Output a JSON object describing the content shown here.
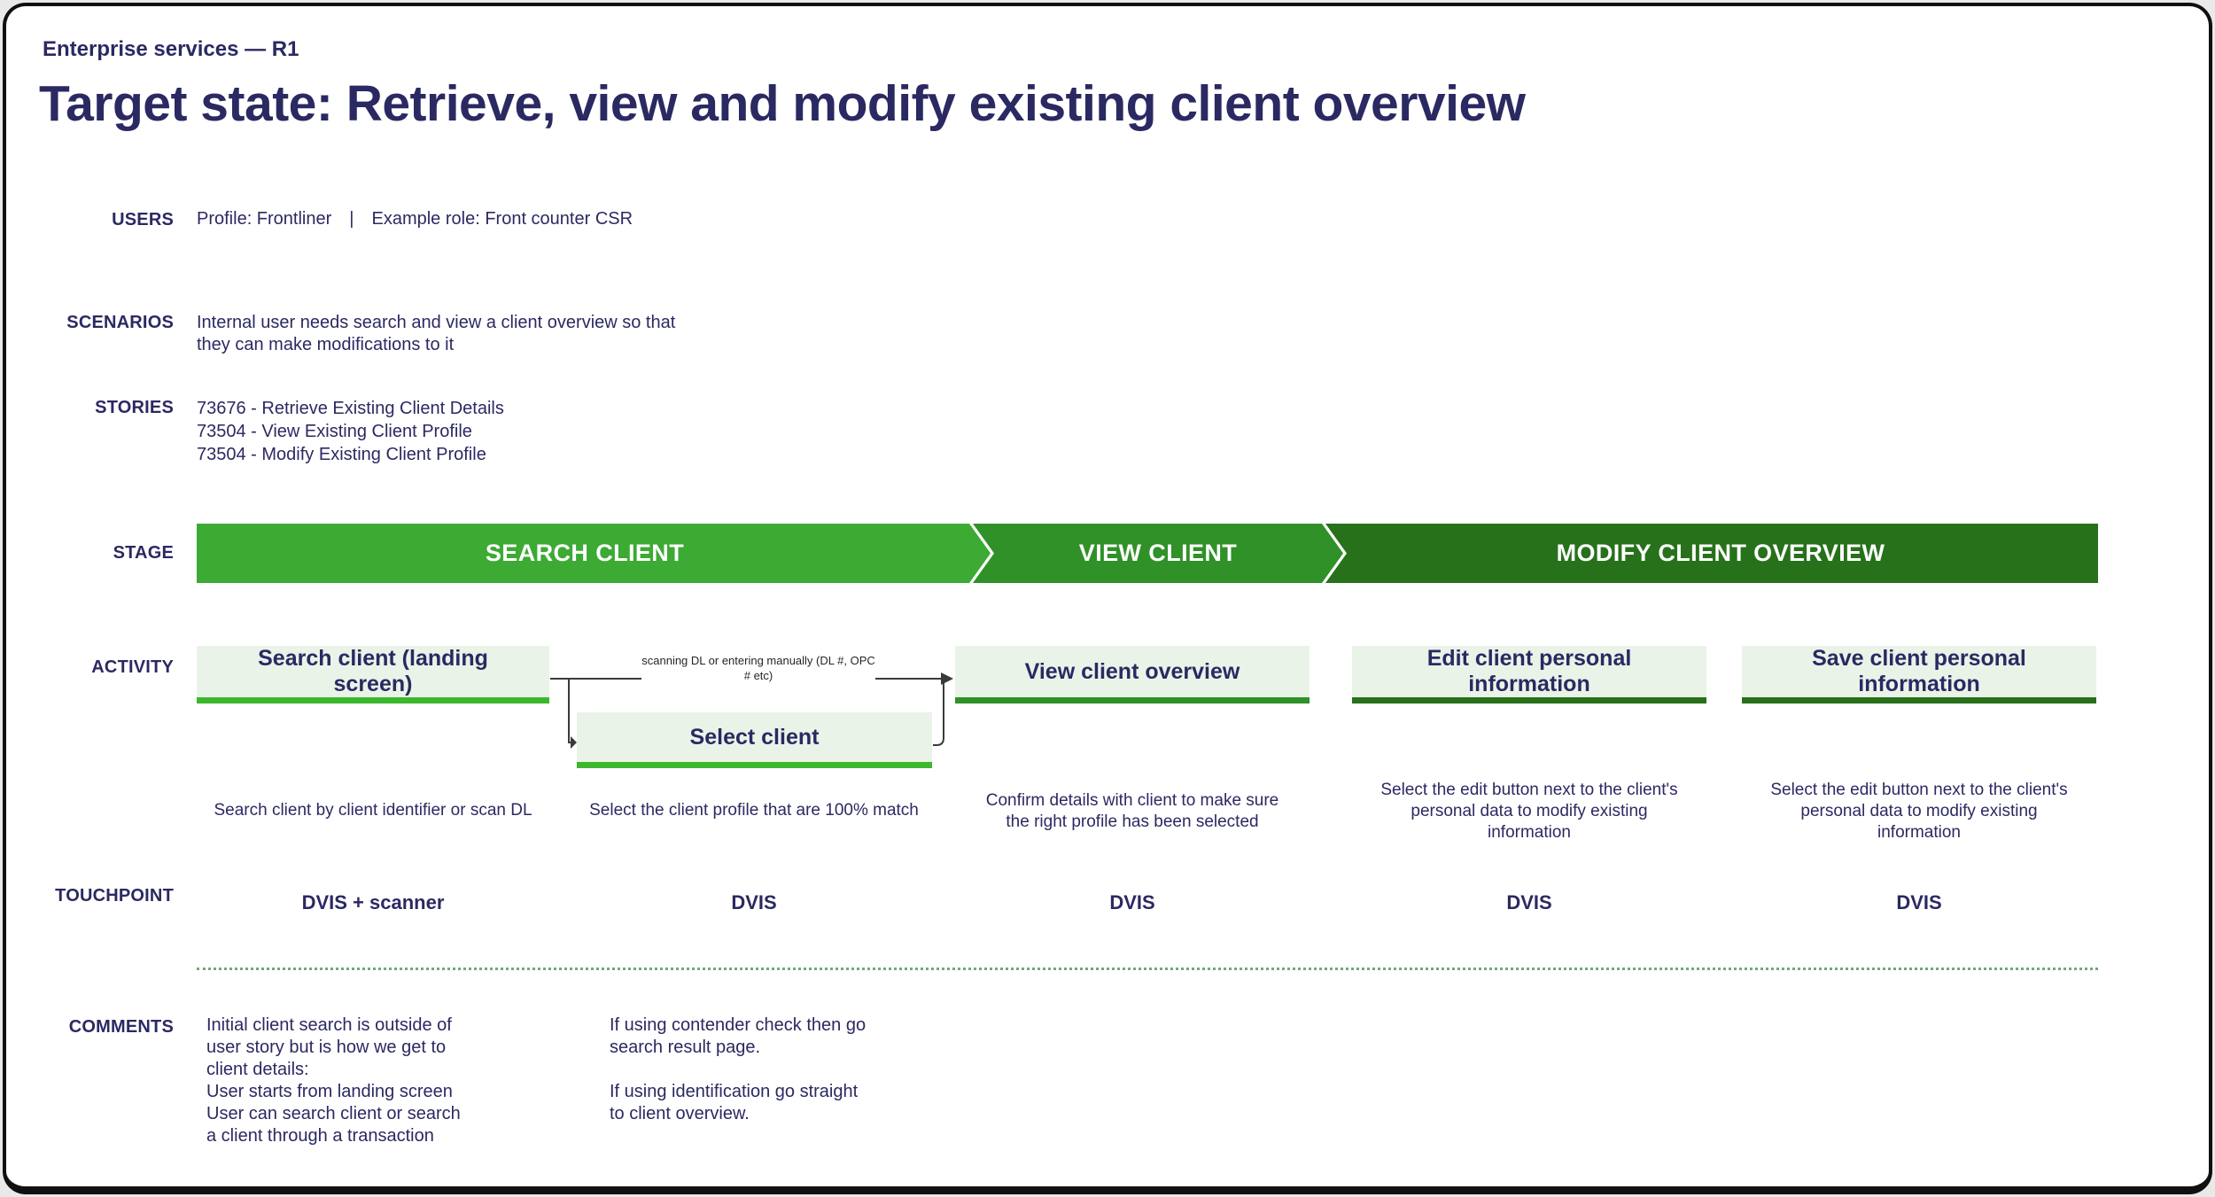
{
  "header": {
    "kicker": "Enterprise services — R1",
    "title": "Target state: Retrieve, view and modify existing client overview"
  },
  "users": {
    "label": "USERS",
    "profile": "Profile: Frontliner",
    "divider": "|",
    "role": "Example role: Front counter CSR"
  },
  "scenarios": {
    "label": "SCENARIOS",
    "text": "Internal user needs search and view a client overview so that\nthey can make modifications to it"
  },
  "stories": {
    "label": "STORIES",
    "items": [
      "73676 - Retrieve Existing Client Details",
      "73504 - View Existing Client Profile",
      "73504 - Modify Existing Client Profile"
    ]
  },
  "stage": {
    "label": "STAGE",
    "stages": [
      {
        "name": "SEARCH CLIENT",
        "color": "#3caa33"
      },
      {
        "name": "VIEW CLIENT",
        "color": "#2f9127"
      },
      {
        "name": "MODIFY CLIENT OVERVIEW",
        "color": "#27711b"
      }
    ]
  },
  "activity": {
    "label": "ACTIVITY",
    "flow_label": "scanning DL or entering manually (DL #, OPC\n# etc)",
    "boxes": [
      {
        "title": "Search client (landing\nscreen)",
        "underline": "#3cb72e"
      },
      {
        "title": "Select client",
        "underline": "#3cb72e"
      },
      {
        "title": "View client overview",
        "underline": "#2f9127"
      },
      {
        "title": "Edit client personal\ninformation",
        "underline": "#27711b"
      },
      {
        "title": "Save client personal\ninformation",
        "underline": "#27711b"
      }
    ],
    "descriptions": [
      "Search client by client identifier or scan DL",
      "Select the client profile that are 100% match",
      "Confirm details with client to make sure\nthe right profile has been selected",
      "Select the edit button next to the client's\npersonal data to modify existing\ninformation",
      "Select the edit button next to the client's\npersonal data to modify existing\ninformation"
    ]
  },
  "touchpoint": {
    "label": "TOUCHPOINT",
    "values": [
      "DVIS + scanner",
      "DVIS",
      "DVIS",
      "DVIS",
      "DVIS"
    ]
  },
  "comments": {
    "label": "COMMENTS",
    "items": [
      "Initial client search is outside of\nuser story but is how we get to\nclient details:\nUser starts from landing screen\nUser can search client or search\na client through a transaction",
      "If using contender check then go\nsearch result page.\n\nIf using identification go straight\nto client overview."
    ]
  },
  "colors": {
    "connector": "#3a3a3a",
    "dotted_divider": "#74a874",
    "box_bg": "#eaf3e8"
  }
}
